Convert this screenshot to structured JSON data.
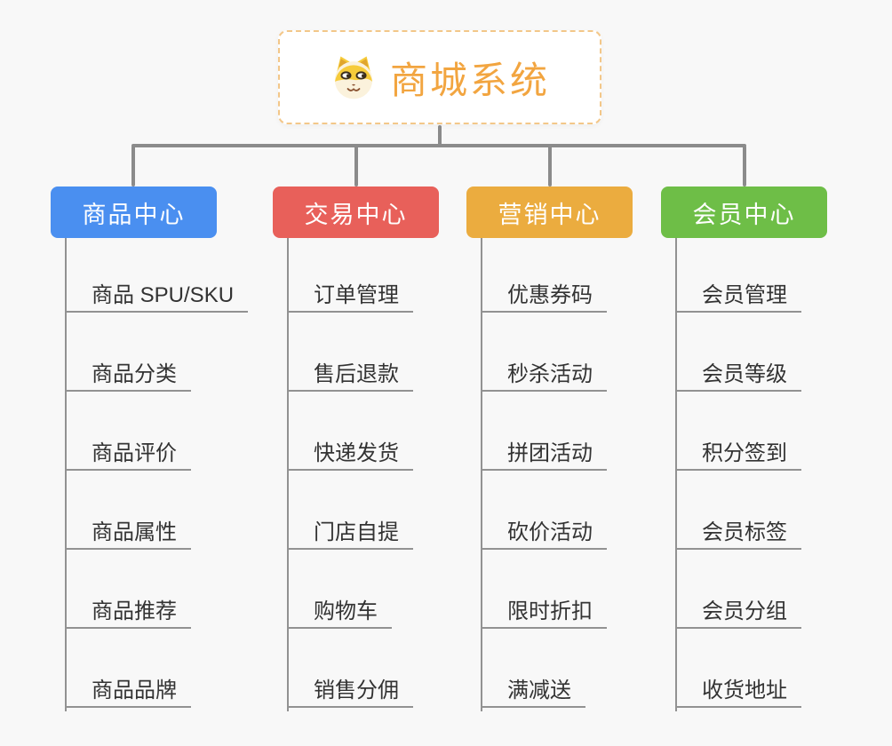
{
  "root": {
    "title": "商城系统",
    "icon": "doge-icon"
  },
  "colors": {
    "background": "#f8f8f8",
    "root_border": "#f3c789",
    "root_text": "#f2a540",
    "connector": "#8b8b8b",
    "leaf_line": "#929292",
    "leaf_text": "#333333",
    "branch_product": "#4a8ff0",
    "branch_trade": "#e8605a",
    "branch_marketing": "#ebac3f",
    "branch_member": "#6ebe47"
  },
  "tree": {
    "branches": [
      {
        "label": "商品中心",
        "color": "#4a8ff0",
        "items": [
          "商品 SPU/SKU",
          "商品分类",
          "商品评价",
          "商品属性",
          "商品推荐",
          "商品品牌"
        ]
      },
      {
        "label": "交易中心",
        "color": "#e8605a",
        "items": [
          "订单管理",
          "售后退款",
          "快递发货",
          "门店自提",
          "购物车",
          "销售分佣"
        ]
      },
      {
        "label": "营销中心",
        "color": "#ebac3f",
        "items": [
          "优惠券码",
          "秒杀活动",
          "拼团活动",
          "砍价活动",
          "限时折扣",
          "满减送"
        ]
      },
      {
        "label": "会员中心",
        "color": "#6ebe47",
        "items": [
          "会员管理",
          "会员等级",
          "积分签到",
          "会员标签",
          "会员分组",
          "收货地址"
        ]
      }
    ]
  }
}
